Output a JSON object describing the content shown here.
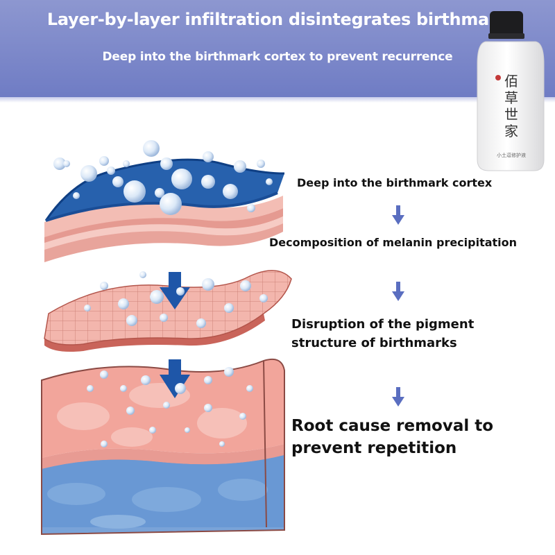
{
  "header": {
    "title": "Layer-by-layer infiltration disintegrates birthmark",
    "subtitle": "Deep into the birthmark cortex to prevent recurrence"
  },
  "product": {
    "brand_text": [
      "佰",
      "草",
      "世",
      "家"
    ],
    "small_label": "小土逗修护液"
  },
  "steps": [
    {
      "lines": [
        "Deep into the birthmark cortex"
      ]
    },
    {
      "lines": [
        "Decomposition of melanin precipitation"
      ]
    },
    {
      "lines": [
        "Disruption of the pigment",
        "structure of birthmarks"
      ]
    },
    {
      "lines": [
        "Root cause removal to",
        "prevent repetition"
      ]
    }
  ],
  "colors": {
    "banner": "#7a86c8",
    "arrow_small": "#5a6ec0",
    "arrow_big": "#1e56a8",
    "skin_pink": "#f0a9a0",
    "skin_blue": "#1f5ea8",
    "bubble": "#dbe8f7"
  }
}
